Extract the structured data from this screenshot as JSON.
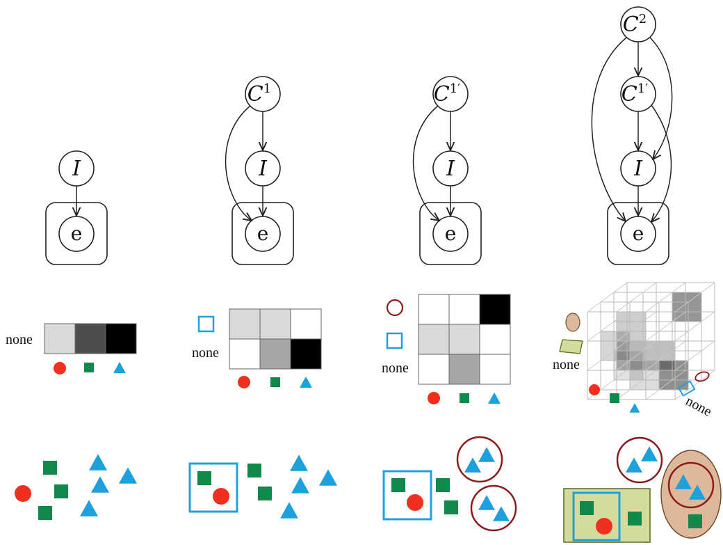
{
  "colors": {
    "red": "#f0301e",
    "green": "#0f8a4c",
    "blue": "#1ca1dc",
    "darkred": "#8b1a1a",
    "olive": "#d3dc9c",
    "tan": "#ddb89a",
    "frame": "#222222"
  },
  "models": [
    {
      "nodes": [
        {
          "base": "I",
          "sup": ""
        }
      ],
      "latent": "e"
    },
    {
      "nodes": [
        {
          "base": "C",
          "sup": "1"
        },
        {
          "base": "I",
          "sup": ""
        }
      ],
      "latent": "e"
    },
    {
      "nodes": [
        {
          "base": "C",
          "sup": "1′"
        },
        {
          "base": "I",
          "sup": ""
        }
      ],
      "latent": "e"
    },
    {
      "nodes": [
        {
          "base": "C",
          "sup": "2"
        },
        {
          "base": "C",
          "sup": "1′"
        },
        {
          "base": "I",
          "sup": ""
        }
      ],
      "latent": "e"
    }
  ],
  "tables": {
    "none_label": "none",
    "t1": [
      [
        0.15,
        0.7,
        1.0
      ]
    ],
    "t2": [
      [
        0.15,
        0.15,
        0.0
      ],
      [
        0.0,
        0.35,
        1.0
      ]
    ],
    "t3": [
      [
        0.0,
        0.0,
        1.0
      ],
      [
        0.15,
        0.15,
        0.0
      ],
      [
        0.0,
        0.35,
        0.0
      ]
    ]
  },
  "icons": {
    "circle": "red-circle-icon",
    "square": "green-square-icon",
    "triangle": "blue-triangle-icon",
    "open_square": "blue-open-square-icon",
    "open_circle": "darkred-open-circle-icon",
    "ellipse": "tan-ellipse-icon",
    "parallelogram": "olive-parallelogram-icon"
  }
}
